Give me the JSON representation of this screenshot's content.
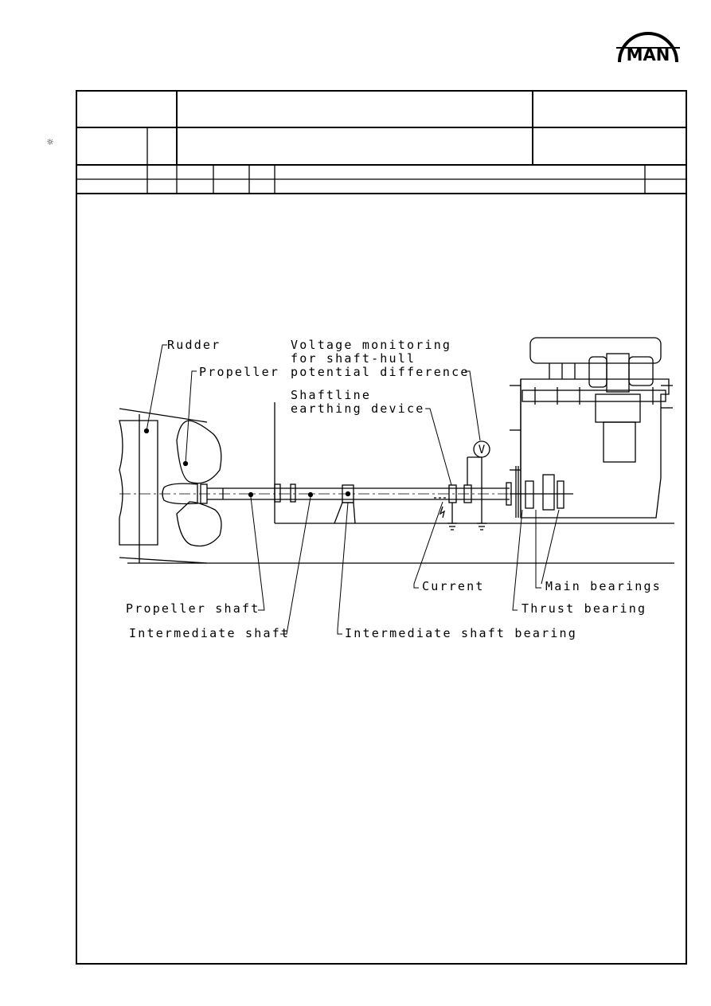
{
  "logo": {
    "text": "MAN"
  },
  "margin_mark": {
    "icon": "revision-mark-icon",
    "glyph": "☼"
  },
  "diagram": {
    "labels": {
      "rudder": "Rudder",
      "propeller": "Propeller",
      "voltage_line1": "Voltage monitoring",
      "voltage_line2": "for shaft-hull",
      "voltage_line3": "potential difference",
      "earthing_line1": "Shaftline",
      "earthing_line2": "earthing device",
      "voltmeter": "V",
      "current": "Current",
      "main_bearings": "Main bearings",
      "thrust_bearing": "Thrust bearing",
      "propeller_shaft": "Propeller shaft",
      "intermediate_shaft": "Intermediate shaft",
      "intermediate_shaft_bearing": "Intermediate shaft bearing"
    }
  }
}
